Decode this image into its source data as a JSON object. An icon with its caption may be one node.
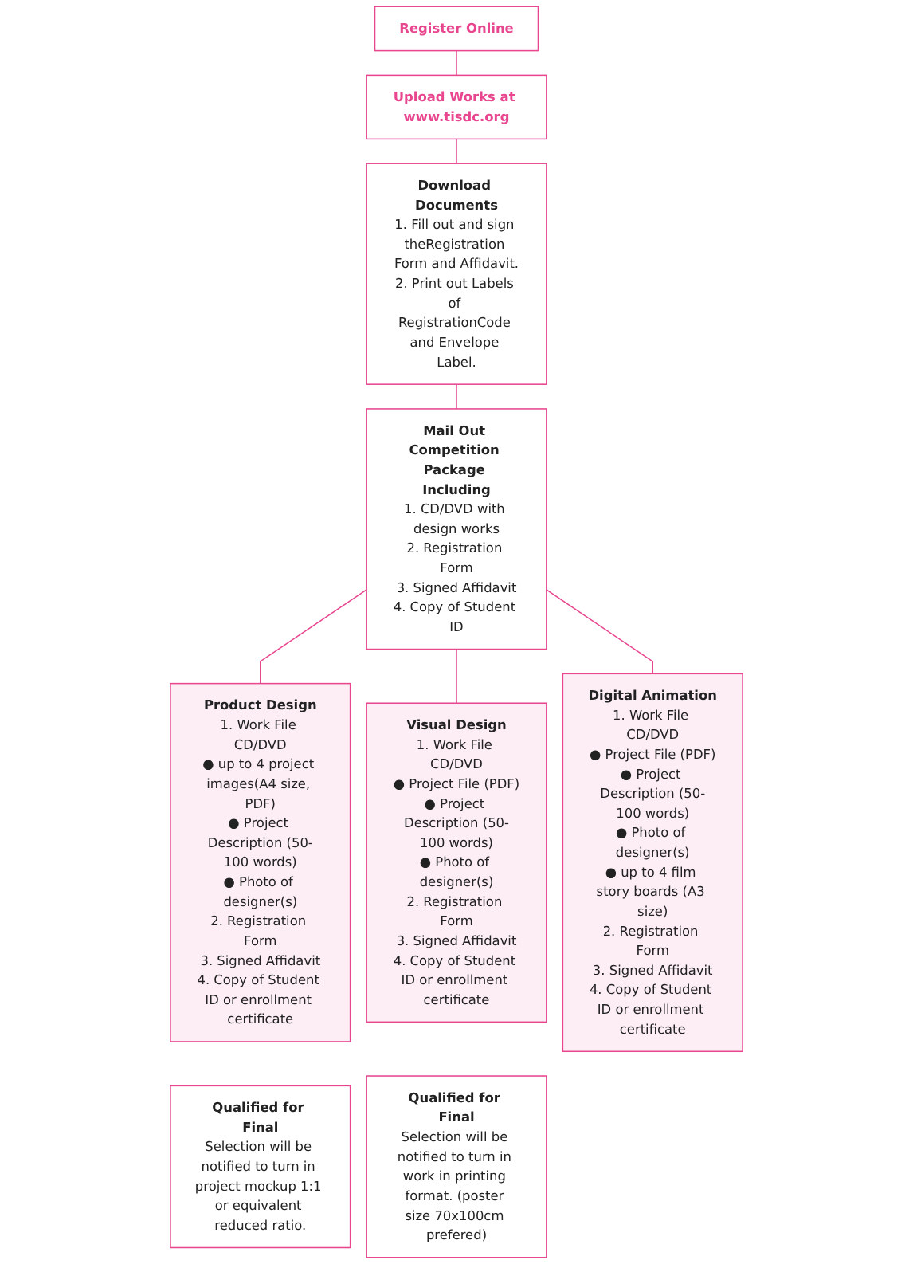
{
  "diagram": {
    "nodes": [
      {
        "text": [
          "Register Online"
        ]
      },
      {
        "text": [
          "Upload Works at www.tisdc.org"
        ]
      },
      {
        "text": [
          "Download Documents",
          "1. Fill out and sign theRegistration Form and Affidavit.",
          "2. Print out Labels of RegistrationCode and Envelope Label."
        ]
      },
      {
        "text": [
          "Mail Out Competition Package Including",
          "1. CD/DVD with design works",
          "2. Registration Form",
          "3. Signed Affidavit",
          "4. Copy of Student ID"
        ]
      },
      {
        "text": [
          "Product Design",
          "1. Work File CD/DVD",
          "● up to 4 project images(A4 size, PDF)",
          "● Project Description (50-100 words)",
          "● Photo of designer(s)",
          "2. Registration Form",
          "3. Signed Affidavit",
          "4. Copy of Student ID or enrollment certificate"
        ]
      },
      {
        "text": [
          "Qualified for Final",
          "Selection will be notified to turn in project mockup 1:1 or equivalent reduced ratio."
        ]
      },
      {
        "text": [
          "Visual Design",
          "1. Work File CD/DVD",
          "● Project File (PDF)",
          "● Project Description (50-100 words)",
          "● Photo of designer(s)",
          "2. Registration Form",
          "3. Signed Affidavit",
          "4. Copy of Student ID or enrollment certificate"
        ]
      },
      {
        "text": [
          "Qualified for Final",
          "Selection will be notified to turn in work in printing format. (poster size 70x100cm prefered)"
        ]
      },
      {
        "text": [
          "Digital Animation",
          "1. Work File CD/DVD",
          "● Project File (PDF)",
          "● Project Description (50-100 words)",
          "● Photo of designer(s)",
          "● up to 4 film story boards (A3 size)",
          "2. Registration Form",
          "3. Signed Affidavit",
          "4. Copy of Student ID or enrollment certificate"
        ]
      }
    ],
    "edges": [
      {
        "from": 0,
        "to": 1,
        "arrow": "none"
      },
      {
        "from": 1,
        "to": 2,
        "arrow": "none"
      },
      {
        "from": 2,
        "to": 3,
        "arrow": "none"
      },
      {
        "from": 3,
        "to": 4,
        "arrow": "none"
      },
      {
        "from": 3,
        "to": 6,
        "arrow": "none"
      },
      {
        "from": 3,
        "to": 8,
        "arrow": "none"
      }
    ]
  }
}
